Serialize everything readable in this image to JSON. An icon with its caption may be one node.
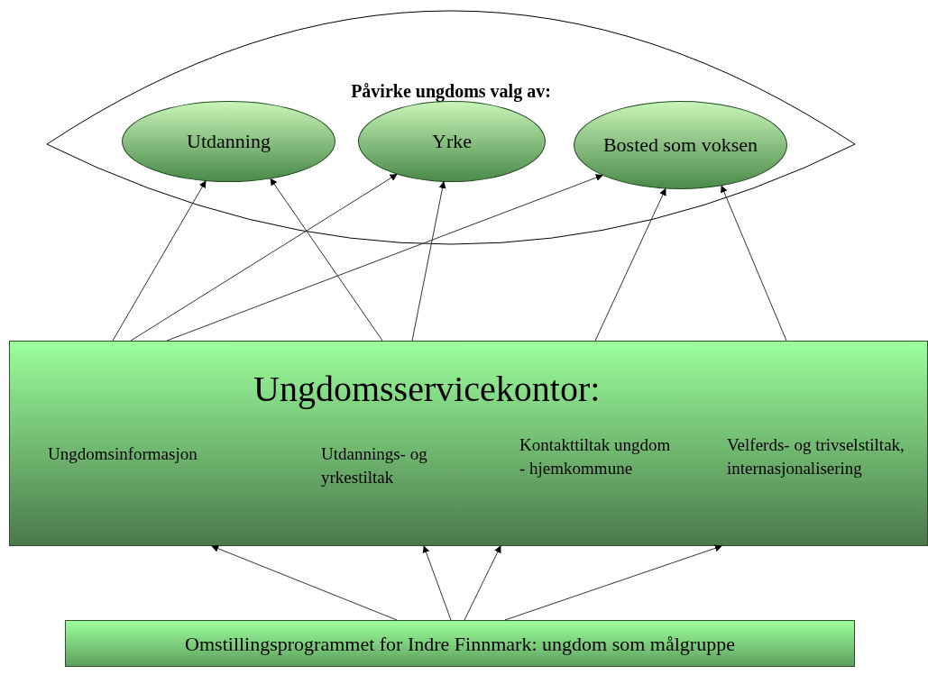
{
  "diagram": {
    "nodes": [
      {
        "text": [
          "Påvirke ungdoms valg av:"
        ]
      },
      {
        "text": [
          "Utdanning"
        ],
        "in": 0
      },
      {
        "text": [
          "Yrke"
        ],
        "in": 0
      },
      {
        "text": [
          "Bosted som voksen"
        ],
        "in": 0
      },
      {
        "text": [
          "Ungdomsservicekontor:",
          "Ungdomsinformasjon",
          "Utdannings- og yrkestiltak",
          "Kontakttiltak ungdom - hjemkommune",
          "Velferds- og trivselstiltak, internasjonalisering"
        ]
      },
      {
        "text": [
          "Omstillingsprogrammet for Indre Finnmark: ungdom som målgruppe"
        ]
      }
    ],
    "edges": [
      {
        "from": 4,
        "to": 1,
        "arrow": "to"
      },
      {
        "from": 4,
        "to": 1,
        "arrow": "to"
      },
      {
        "from": 4,
        "to": 2,
        "arrow": "to"
      },
      {
        "from": 4,
        "to": 3,
        "arrow": "to"
      },
      {
        "from": 4,
        "to": 2,
        "arrow": "to"
      },
      {
        "from": 4,
        "to": 3,
        "arrow": "to"
      },
      {
        "from": 4,
        "to": 3,
        "arrow": "to"
      },
      {
        "from": 5,
        "to": 4,
        "arrow": "to"
      },
      {
        "from": 5,
        "to": 4,
        "arrow": "to"
      },
      {
        "from": 5,
        "to": 4,
        "arrow": "to"
      },
      {
        "from": 5,
        "to": 4,
        "arrow": "to"
      }
    ]
  }
}
